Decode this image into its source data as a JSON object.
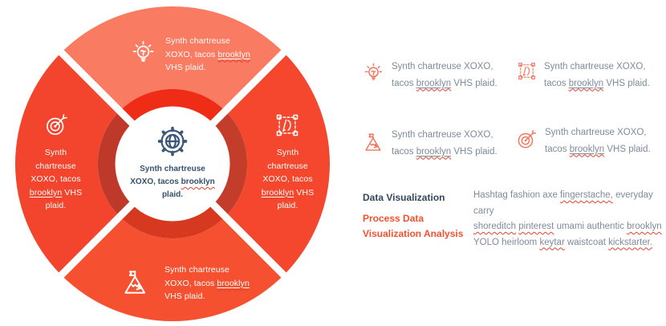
{
  "colors": {
    "wheel_top_outer": "#f87b62",
    "wheel_right_outer": "#f4472e",
    "wheel_bottom_outer": "#f55130",
    "wheel_left_outer": "#f3452d",
    "wheel_top_inner": "#ef2c15",
    "wheel_right_inner": "#c43c2a",
    "wheel_bottom_inner": "#d73920",
    "wheel_left_inner": "#bf392b",
    "gap_white": "#ffffff",
    "navy_text": "#33475c",
    "center_text": "#35506b",
    "body_text": "#7d8b9b",
    "accent_red": "#f4512e",
    "icon_salmon": "#f3745c",
    "spellcheck_wavy": "#e8402e",
    "white": "#ffffff"
  },
  "wheel": {
    "segments": {
      "top": {
        "icon": "lightbulb-icon",
        "lines": [
          [
            {
              "t": "Synth chartreuse"
            }
          ],
          [
            {
              "t": "XOXO, tacos "
            },
            {
              "t": "brooklyn",
              "c": "uw"
            }
          ],
          [
            {
              "t": "VHS plaid."
            }
          ]
        ]
      },
      "right": {
        "icon": "vector-edit-icon",
        "lines": [
          [
            {
              "t": "Synth"
            }
          ],
          [
            {
              "t": "chartreuse"
            }
          ],
          [
            {
              "t": "XOXO, tacos"
            }
          ],
          [
            {
              "t": "brooklyn",
              "c": "uw"
            },
            {
              "t": " VHS"
            }
          ],
          [
            {
              "t": "plaid."
            }
          ]
        ]
      },
      "bottom": {
        "icon": "mountain-flag-icon",
        "lines": [
          [
            {
              "t": "Synth chartreuse"
            }
          ],
          [
            {
              "t": "XOXO, tacos "
            },
            {
              "t": "brooklyn",
              "c": "uw"
            }
          ],
          [
            {
              "t": "VHS plaid."
            }
          ]
        ]
      },
      "left": {
        "icon": "target-icon",
        "lines": [
          [
            {
              "t": "Synth"
            }
          ],
          [
            {
              "t": "chartreuse"
            }
          ],
          [
            {
              "t": "XOXO, tacos"
            }
          ],
          [
            {
              "t": "brooklyn",
              "c": "uw"
            },
            {
              "t": " VHS"
            }
          ],
          [
            {
              "t": "plaid."
            }
          ]
        ]
      }
    },
    "center": {
      "icon": "gear-globe-icon",
      "lines": [
        [
          {
            "t": "Synth chartreuse"
          }
        ],
        [
          {
            "t": "XOXO, tacos "
          },
          {
            "t": "brooklyn",
            "c": "w"
          }
        ],
        [
          {
            "t": "plaid."
          }
        ]
      ]
    }
  },
  "features": [
    {
      "icon": "lightbulb-icon",
      "lines": [
        [
          {
            "t": "Synth chartreuse XOXO,"
          }
        ],
        [
          {
            "t": "tacos "
          },
          {
            "t": "brooklyn",
            "c": "uw"
          },
          {
            "t": " VHS plaid."
          }
        ]
      ]
    },
    {
      "icon": "vector-edit-icon",
      "lines": [
        [
          {
            "t": "Synth chartreuse XOXO,"
          }
        ],
        [
          {
            "t": "tacos "
          },
          {
            "t": "brooklyn",
            "c": "uw"
          },
          {
            "t": " VHS plaid."
          }
        ]
      ]
    },
    {
      "icon": "mountain-flag-icon",
      "lines": [
        [
          {
            "t": "Synth chartreuse XOXO,"
          }
        ],
        [
          {
            "t": "tacos "
          },
          {
            "t": "brooklyn",
            "c": "uw"
          },
          {
            "t": " VHS plaid."
          }
        ]
      ]
    },
    {
      "icon": "target-icon",
      "lines": [
        [
          {
            "t": "Synth chartreuse XOXO,"
          }
        ],
        [
          {
            "t": "tacos "
          },
          {
            "t": "brooklyn",
            "c": "uw"
          },
          {
            "t": " VHS plaid."
          }
        ]
      ]
    }
  ],
  "info": {
    "heading_primary": "Data Visualization",
    "heading_accent": "Process Data Visualization Analysis",
    "paragraph_lines": [
      [
        {
          "t": "Hashtag fashion axe "
        },
        {
          "t": "fingerstache,",
          "c": "w"
        },
        {
          "t": " everyday carry"
        }
      ],
      [
        {
          "t": "shoreditch",
          "c": "w"
        },
        {
          "t": " "
        },
        {
          "t": "pinterest",
          "c": "w"
        },
        {
          "t": " umami authentic "
        },
        {
          "t": "brooklyn",
          "c": "w"
        }
      ],
      [
        {
          "t": "YOLO heirloom "
        },
        {
          "t": "keytar",
          "c": "w"
        },
        {
          "t": " waistcoat "
        },
        {
          "t": "kickstarter.",
          "c": "w"
        }
      ]
    ]
  }
}
